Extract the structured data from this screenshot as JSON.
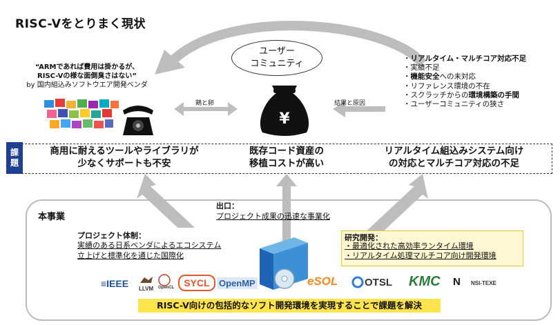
{
  "title": "RISC-Vをとりまく現状",
  "community": {
    "line1": "ユーザー",
    "line2": "コミュニティ"
  },
  "quote": {
    "line1": "“ARMであれば費用は掛かるが、",
    "line2": "RISC-Vの様な面倒臭さはない”",
    "by": "by 国内組込みソフトウエア開発ベンダ"
  },
  "issues": [
    {
      "text": "リアルタイム・マルチコア対応不足",
      "bold": "リアルタイム・マルチコア対応不足",
      "rest": ""
    },
    {
      "bold": "",
      "rest": "実績不足"
    },
    {
      "bold": "機能安全",
      "rest": "への未対応"
    },
    {
      "bold": "",
      "rest": "リファレンス環境の不在"
    },
    {
      "bold": "環境構築の手間",
      "prefix": "スクラッチからの",
      "rest": ""
    },
    {
      "bold": "",
      "rest": "ユーザーコミュニティの狭さ"
    }
  ],
  "tags": {
    "left": "鶏と卵",
    "right": "結果と原因"
  },
  "yen_symbol": "¥",
  "kadai": {
    "label_1": "課",
    "label_2": "題",
    "item1_l1": "商用に耐えるツールやライブラリが",
    "item1_l2": "少なくサポートも不安",
    "item2_l1": "既存コード資産の",
    "item2_l2": "移植コストが高い",
    "item3_l1": "リアルタイム組込みシステム向け",
    "item3_l2": "の対応とマルチコア対応の不足"
  },
  "project": {
    "label": "本事業",
    "exit_title": "出口：",
    "exit_body": "プロジェクト成果の迅速な事業化",
    "proj_title": "プロジェクト体制：",
    "proj_body_l1": "実績のある日系ベンダによるエコシステム",
    "proj_body_l2": "立上げと標準化を通じた国際化",
    "rd_title": "研究開発：",
    "rd_items": [
      "最適化された高効率ランタイム環境",
      "リアルタイム処理マルチコア向け開発環境"
    ],
    "banner": "RISC-V向けの包括的なソフト開発環境を実現することで課題を解決"
  },
  "logos": {
    "ieee": "≡IEEE",
    "llvm": "LLVM",
    "opencl": "OpenCL",
    "sycl": "SYCL",
    "openmp": "OpenMP",
    "esol": "eSOL",
    "otsl": "OTSL",
    "kmc": "KMC",
    "nsi": "N",
    "nsi_text": "NSI-TEXE"
  },
  "colors": {
    "kadai_label_bg": "#1f3f93",
    "banner_bg": "#ffe44d",
    "rd_box_bg": "#fff7d1",
    "arrow_gray": "#bdbdbd",
    "main_box_border": "#bcbcbc"
  }
}
